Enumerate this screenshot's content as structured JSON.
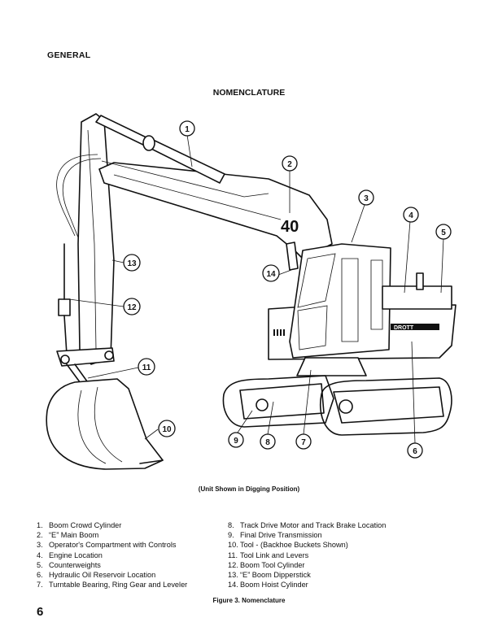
{
  "header": {
    "section": "GENERAL"
  },
  "figure": {
    "title": "NOMENCLATURE",
    "subcaption": "(Unit Shown in Digging Position)",
    "caption": "Figure 3. Nomenclature",
    "decals": {
      "boom_number": "40",
      "brand": "DROTT"
    },
    "callouts": [
      "1",
      "2",
      "3",
      "4",
      "5",
      "6",
      "7",
      "8",
      "9",
      "10",
      "11",
      "12",
      "13",
      "14"
    ]
  },
  "legend": {
    "left": [
      {
        "num": "1.",
        "label": "Boom Crowd Cylinder"
      },
      {
        "num": "2.",
        "label": "“E” Main Boom"
      },
      {
        "num": "3.",
        "label": "Operator's Compartment with Controls"
      },
      {
        "num": "4.",
        "label": "Engine Location"
      },
      {
        "num": "5.",
        "label": "Counterweights"
      },
      {
        "num": "6.",
        "label": "Hydraulic Oil Reservoir Location"
      },
      {
        "num": "7.",
        "label": "Turntable Bearing, Ring Gear and Leveler"
      }
    ],
    "right": [
      {
        "num": "8.",
        "label": "Track Drive Motor and Track Brake Location"
      },
      {
        "num": "9.",
        "label": "Final Drive Transmission"
      },
      {
        "num": "10.",
        "label": "Tool - (Backhoe Buckets Shown)"
      },
      {
        "num": "11.",
        "label": "Tool Link and Levers"
      },
      {
        "num": "12.",
        "label": "Boom Tool Cylinder"
      },
      {
        "num": "13.",
        "label": "“E” Boom Dipperstick"
      },
      {
        "num": "14.",
        "label": "Boom Hoist Cylinder"
      }
    ]
  },
  "page": {
    "number": "6"
  }
}
